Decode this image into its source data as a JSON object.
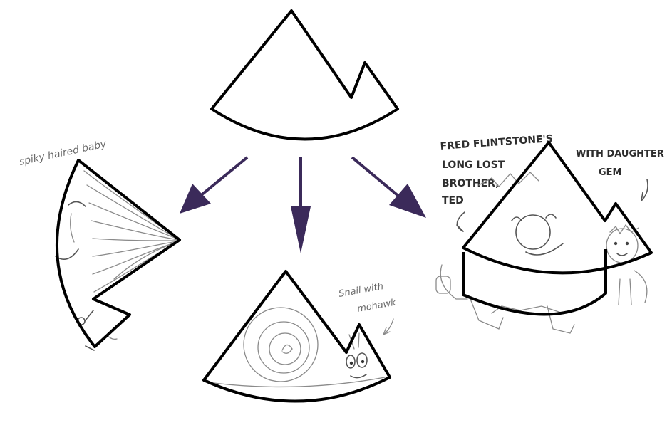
{
  "annotations": {
    "left": "spiky haired baby",
    "bottom_line1": "Snail with",
    "bottom_line2": "mohawk",
    "right_line1": "FRED FLINTSTONE'S",
    "right_line2": "LONG LOST",
    "right_line3": "BROTHER,",
    "right_line4": "TED",
    "right_daughter1": "WITH DAUGHTER",
    "right_daughter2": "GEM"
  },
  "colors": {
    "arrow": "#3b2a5a",
    "outline": "#000000",
    "pencil": "#8a8a8a"
  }
}
